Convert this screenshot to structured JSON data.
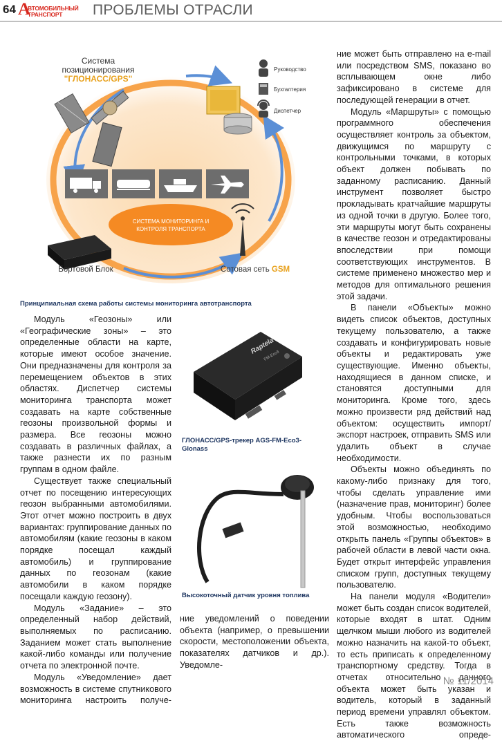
{
  "header": {
    "page_number": "64",
    "logo_big": "А",
    "logo_line1": "ВТОМОБИЛЬНЫЙ",
    "logo_line2": "ТРАНСПОРТ",
    "section": "ПРОБЛЕМЫ ОТРАСЛИ"
  },
  "diagram": {
    "system_label_1": "Система",
    "system_label_2": "позиционирования",
    "system_label_3": "\"ГЛОНАСС/GPS\"",
    "roles": [
      "Руководство",
      "Бухгалтерия",
      "Диспетчер"
    ],
    "center_label_1": "СИСТЕМА МОНИТОРИНГА И",
    "center_label_2": "КОНТРОЛЯ ТРАНСПОРТА",
    "onboard_label": "Бортовой Блок",
    "cell_label": "Сотовая сеть",
    "cell_label_accent": "GSM",
    "colors": {
      "ring": "#f7a34a",
      "center": "#f58a23",
      "accent": "#e8a11c",
      "arrow": "#5b8fd6"
    }
  },
  "captions": {
    "diagram": "Принципиальная схема работы системы мониторинга автотранспорта",
    "tracker": "ГЛОНАСС/GPS-трекер AGS-FM-Eco3-Glonass",
    "sensor": "Высокоточный датчик уровня топлива"
  },
  "device_texts": {
    "brand": "Raptela",
    "model": "FM-Eco3"
  },
  "left": {
    "p1": "Модуль «Геозоны» или «Географические зоны» – это определенные области на карте, которые имеют особое значение. Они предназначены для контроля за перемещением объектов в этих областях. Диспетчер системы мониторинга транспорта может создавать на карте собственные геозоны произвольной формы и размера. Все геозоны можно создавать в различных файлах, а также разнести их по разным группам в одном файле.",
    "p2": "Существует также специальный отчет по посещению интересующих геозон выбранными автомобилями. Этот отчет можно построить в двух вариантах: группирование данных по автомобилям (какие геозоны в каком порядке посещал каждый автомобиль) и группирование данных по геозонам (какие автомобили в каком порядке посещали каждую геозону).",
    "p3": "Модуль «Задание» – это определенный набор действий, выполняемых по расписанию. Заданием может стать выполнение какой-либо команды или получение отчета по электронной почте.",
    "p4": "Модуль «Уведомление» дает возможность в системе спутникового мониторинга настроить получе-"
  },
  "middle": {
    "p1": "ние уведомлений о поведении объекта (например, о превышении скорости, местоположении объекта, показателях датчиков и др.). Уведомле-"
  },
  "right": {
    "p1": "ние может быть отправлено на e-mail или посредством SMS, показано во всплывающем окне либо зафиксировано в системе для последующей генерации в отчет.",
    "p2": "Модуль «Маршруты» с помощью программного обеспечения осуществляет контроль за объектом, движущимся по маршруту с контрольными точками, в которых объект должен побывать по заданному расписанию. Данный инструмент позволяет быстро прокладывать кратчайшие маршруты из одной точки в другую. Более того, эти маршруты могут быть сохранены в качестве геозон и отредактированы впоследствии при помощи соответствующих инструментов. В системе применено множество мер и методов для оптимального решения этой задачи.",
    "p3": "В панели «Объекты» можно видеть список объектов, доступных текущему пользователю, а также создавать и конфигурировать новые объекты и редактировать уже существующие. Именно объекты, находящиеся в данном списке, и становятся доступными для мониторинга. Кроме того, здесь можно произвести ряд действий над объектом: осуществить импорт/экспорт настроек, отправить SMS или удалить объект в случае необходимости.",
    "p4": "Объекты можно объединять по какому-либо признаку для того, чтобы сделать управление ими (назначение прав, мониторинг) более удобным. Чтобы воспользоваться этой возможностью, необходимо открыть панель «Группы объектов» в рабочей области в левой части окна. Будет открыт интерфейс управления списком групп, доступных текущему пользователю.",
    "p5": "На панели модуля «Водители» может быть создан список водителей, которые входят в штат. Одним щелчком мыши любого из водителей можно назначить на какой-то объект, то есть приписать к определенному транспортному средству. Тогда в отчетах относительно данного объекта может быть указан и водитель, который в заданный период времени управлял объектом. Есть также возможность автоматического опреде-"
  },
  "footer": {
    "issue": "№ 11/2014"
  }
}
